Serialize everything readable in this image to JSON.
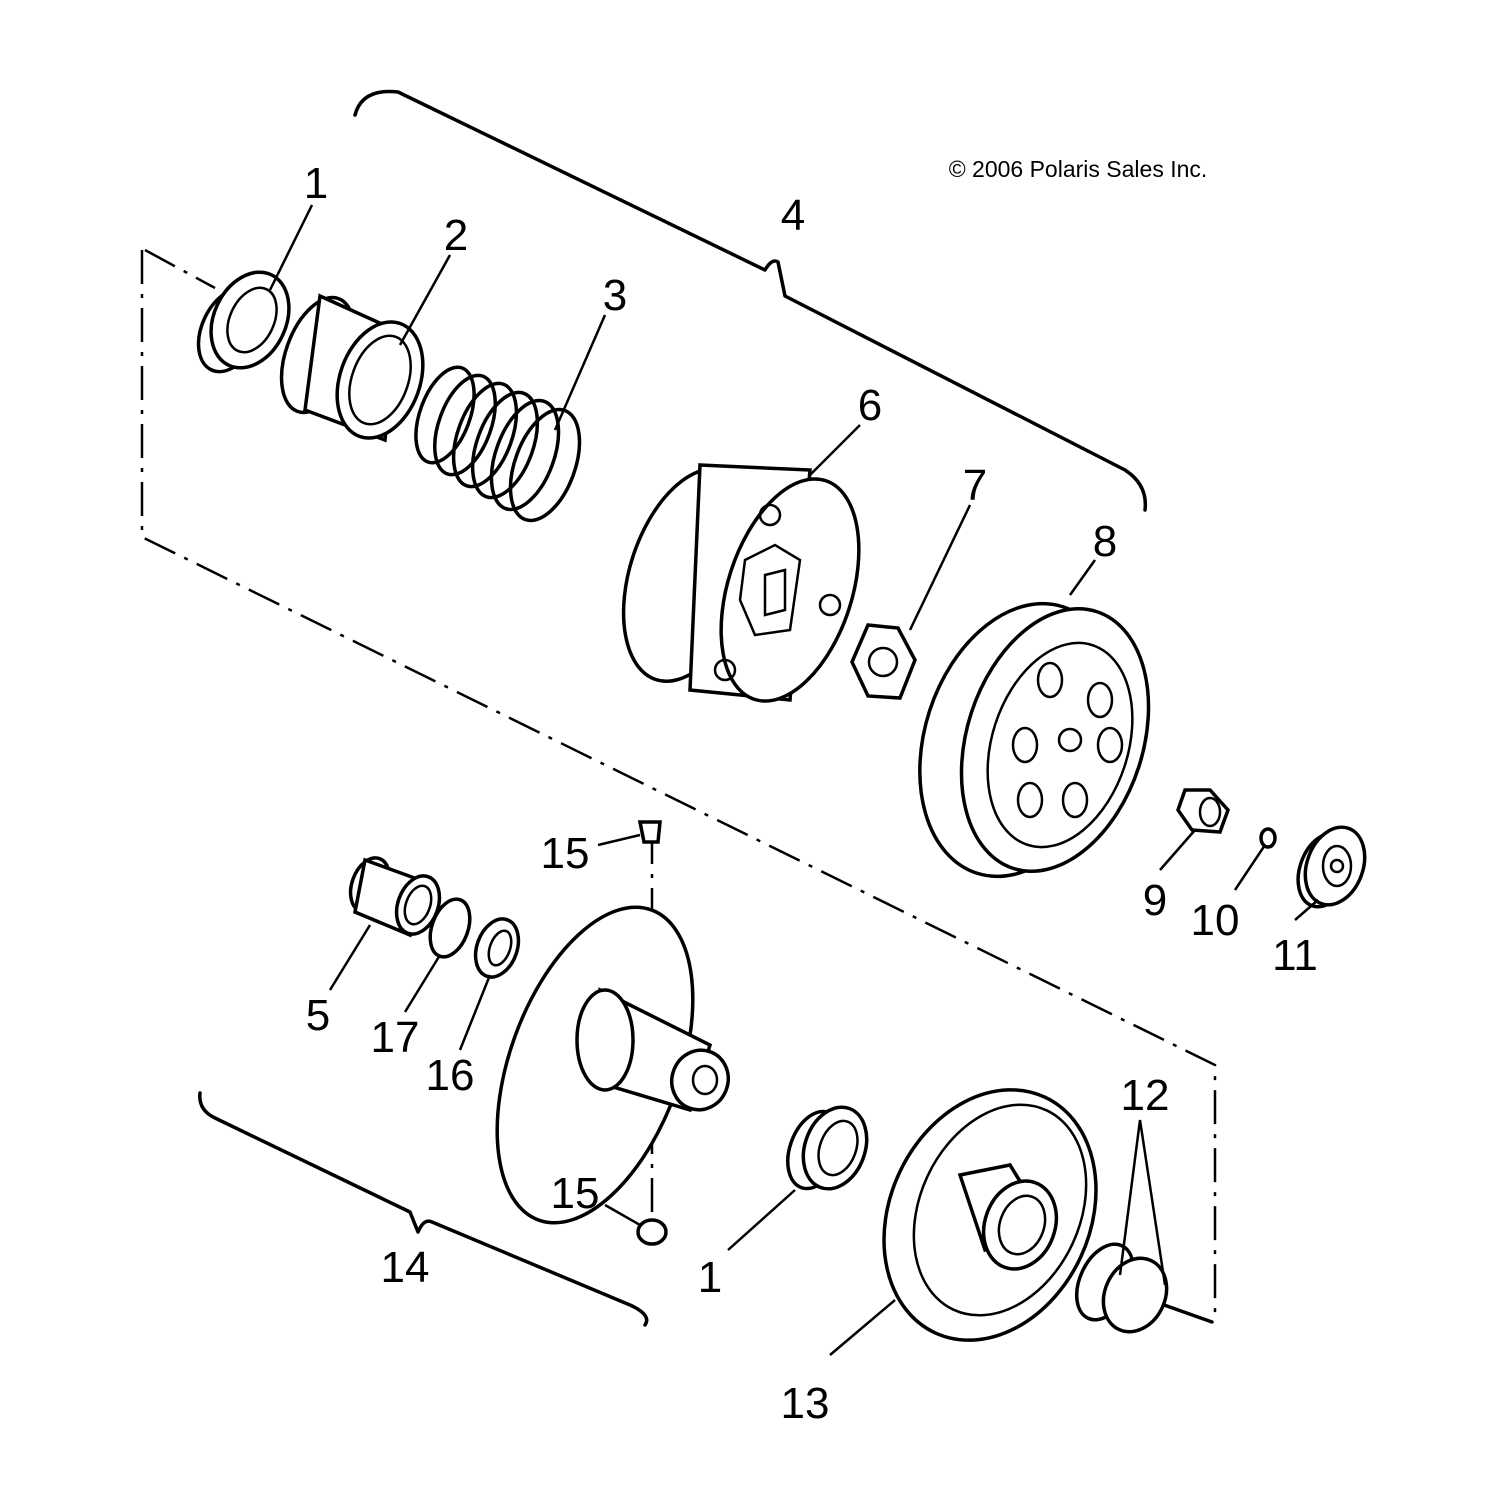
{
  "copyright": "© 2006 Polaris Sales Inc.",
  "callouts": {
    "c1_top": "1",
    "c2": "2",
    "c3": "3",
    "c4": "4",
    "c5": "5",
    "c6": "6",
    "c7": "7",
    "c8": "8",
    "c9": "9",
    "c10": "10",
    "c11": "11",
    "c12": "12",
    "c13": "13",
    "c14": "14",
    "c15_top": "15",
    "c15_bottom": "15",
    "c16": "16",
    "c17": "17",
    "c1_bottom": "1"
  }
}
